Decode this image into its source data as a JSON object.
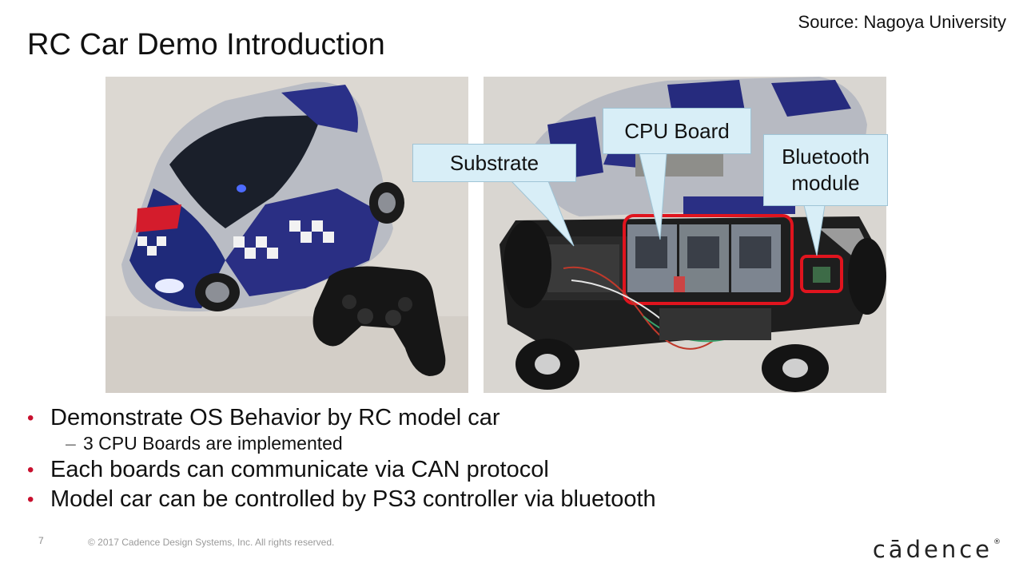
{
  "slide": {
    "title": "RC Car Demo Introduction",
    "source": "Source: Nagoya University",
    "page_number": "7",
    "copyright": "© 2017 Cadence Design Systems, Inc. All rights reserved.",
    "logo_text": "cādence",
    "logo_mark": "®"
  },
  "callouts": {
    "substrate": "Substrate",
    "cpu_board": "CPU Board",
    "bluetooth_line1": "Bluetooth",
    "bluetooth_line2": "module"
  },
  "bullets": {
    "b1": "Demonstrate OS Behavior by RC model car",
    "b1_sub": "3 CPU Boards are implemented",
    "b2": "Each boards can communicate via CAN protocol",
    "b3": "Model car can be controlled by PS3 controller via bluetooth",
    "bullet_glyph": "•",
    "sub_glyph": "–"
  },
  "colors": {
    "accent_red": "#c8102e",
    "callout_fill": "#d8eef7",
    "highlight_red": "#e0141e"
  }
}
